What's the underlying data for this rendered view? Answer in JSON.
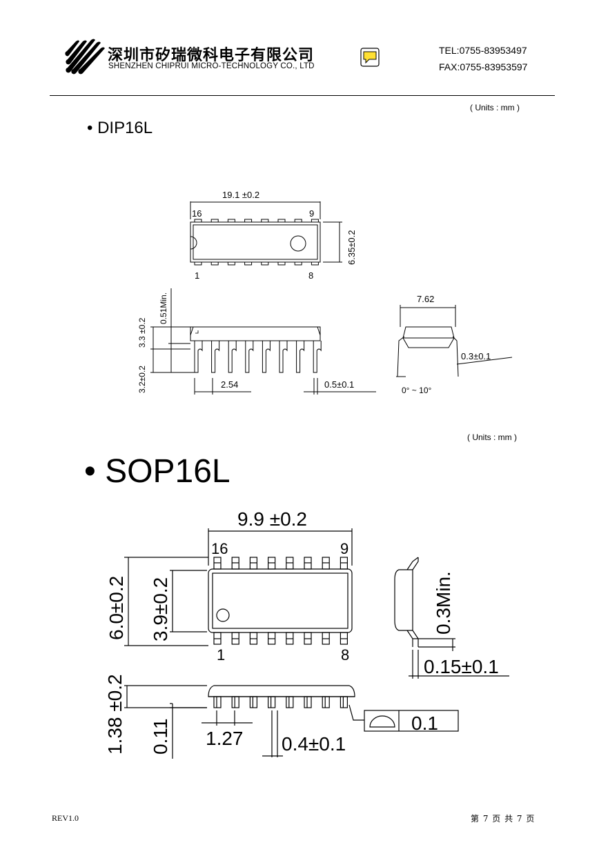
{
  "header": {
    "company_cn": "深圳市矽瑞微科电子有限公司",
    "company_en": "SHENZHEN CHIPRUI MICRO-TECHNOLOGY CO., LTD",
    "tel": "TEL:0755-83953497",
    "fax": "FAX:0755-83953597"
  },
  "dip16": {
    "units": "( Units : mm )",
    "title": "• DIP16L",
    "length": "19.1  ±0.2",
    "width": "6.35±0.2",
    "pin_16": "16",
    "pin_9": "9",
    "pin_1": "1",
    "pin_8": "8",
    "min_stand": "0.51Min.",
    "body_h": "3.3  ±0.2",
    "lead_h": "3.2±0.2",
    "pitch": "2.54",
    "lead_w": "0.5±0.1",
    "row_span": "7.62",
    "lead_t": "0.3±0.1",
    "angle": "0° ~ 10°"
  },
  "sop16": {
    "units": "( Units : mm )",
    "title": "• SOP16L",
    "length": "9.9  ±0.2",
    "pin_16": "16",
    "pin_9": "9",
    "pin_1": "1",
    "pin_8": "8",
    "total_w": "6.0±0.2",
    "body_w": "3.9±0.2",
    "lead_len": "0.3Min.",
    "lead_t": "0.15±0.1",
    "height": "1.38 ±0.2",
    "standoff": "0.11",
    "pitch": "1.27",
    "lead_w": "0.4±0.1",
    "flatness": "0.1"
  },
  "footer": {
    "rev": "REV1.0",
    "page": "第 7 页 共 7 页"
  }
}
